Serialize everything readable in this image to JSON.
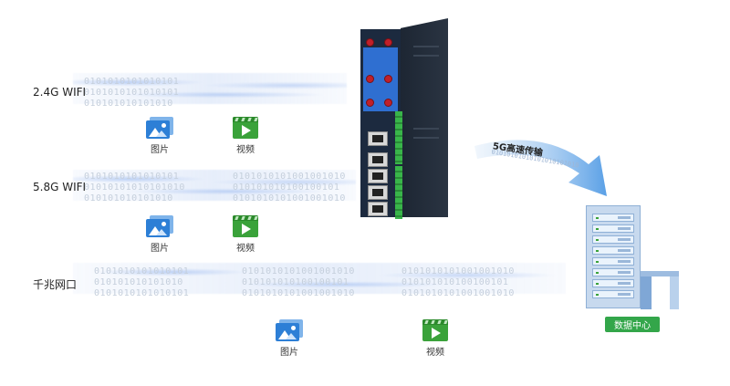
{
  "rows": [
    {
      "label": "2.4G  WIFI",
      "binary": [
        "0101010101010101",
        "0101010101010101",
        "010101010101010"
      ]
    },
    {
      "label": "5.8G WIFI",
      "binary": [
        "0101010101010101",
        "01010101010101010",
        "010101010101010"
      ]
    },
    {
      "label": "千兆网口",
      "binary": [
        "0101010101010101",
        "010101010101010",
        "0101010101010101"
      ]
    }
  ],
  "binary_wide": [
    "0101010101001001010",
    "010101010100100101",
    "0101010101001001010"
  ],
  "media": {
    "image_label": "图片",
    "video_label": "视频"
  },
  "transfer": {
    "label": "5G高速传输",
    "binary": "01010101010101010101010"
  },
  "datacenter": {
    "label": "数据中心"
  },
  "colors": {
    "router_blue": "#2f6fd1",
    "badge_green": "#33a64a",
    "arrow_blue": "#5aa0e6"
  },
  "icons": {
    "image": "picture-icon",
    "video": "video-play-icon"
  }
}
